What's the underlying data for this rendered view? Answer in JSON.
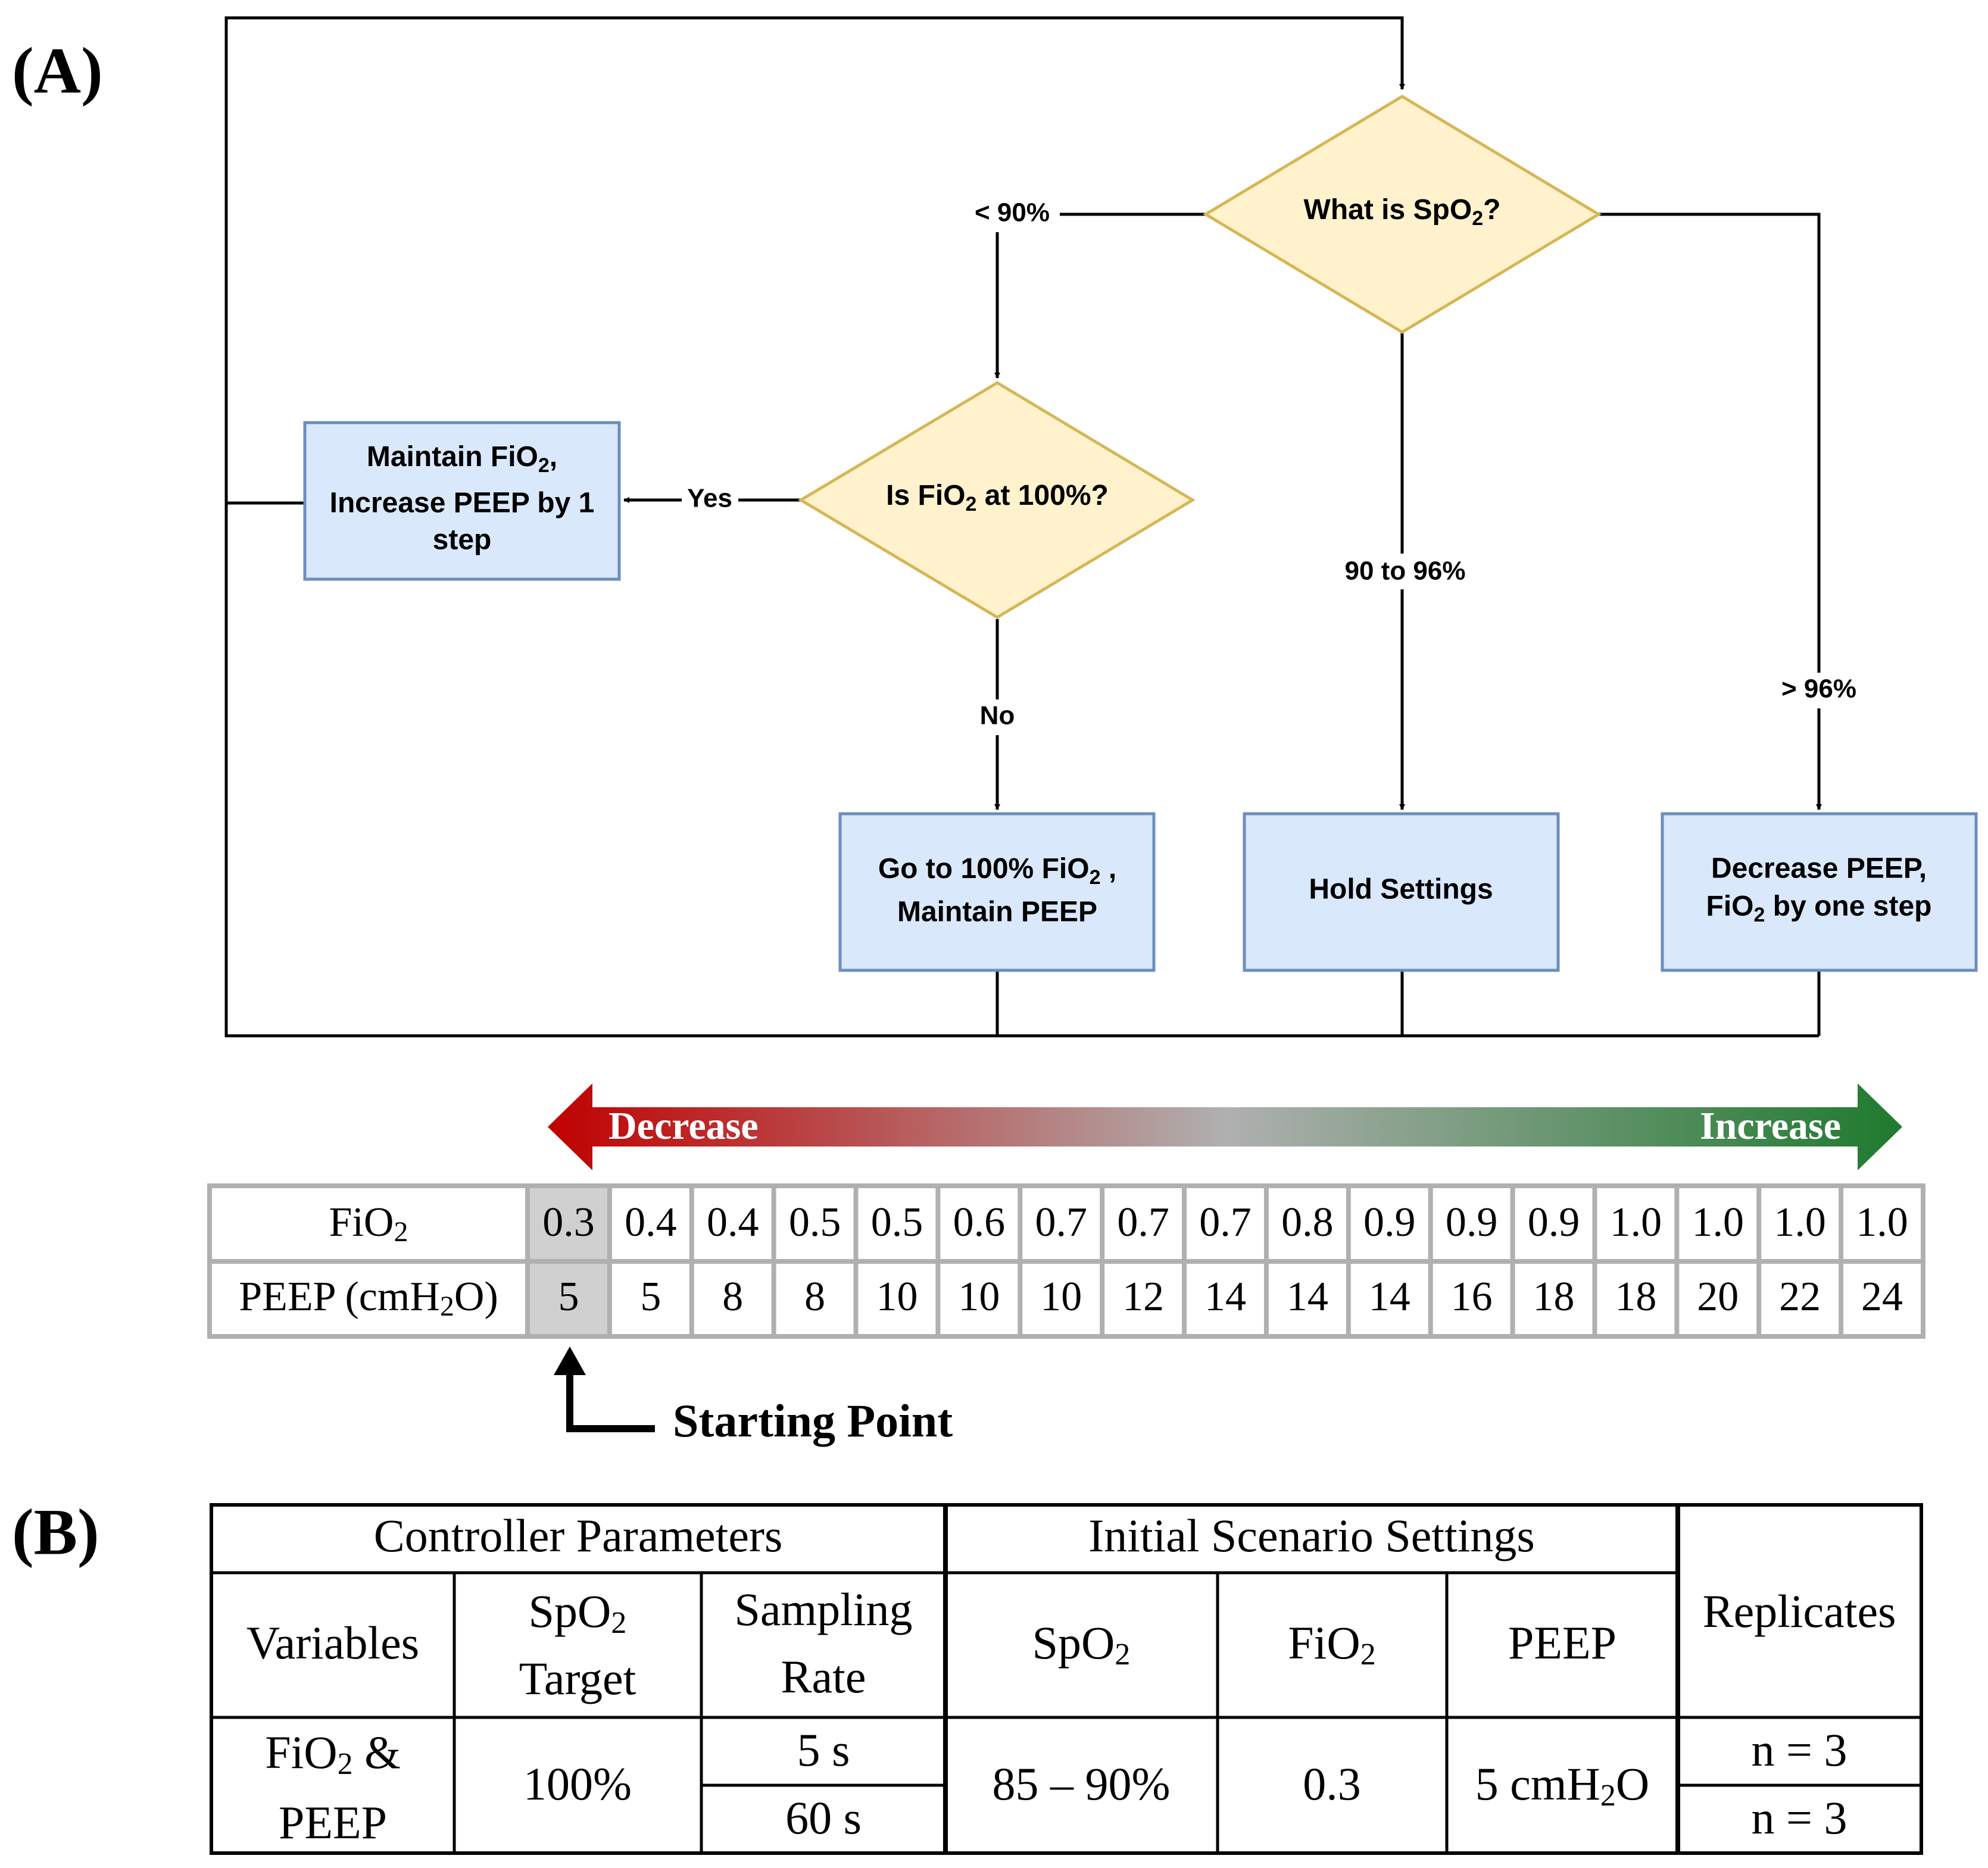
{
  "panel_a": {
    "label": "(A)",
    "decision_spo2": {
      "text": "What is SpO",
      "sub": "2",
      "tail": "?"
    },
    "decision_fio2": {
      "text": "Is FiO",
      "sub": "2",
      "tail": " at 100%?"
    },
    "box_maintain": {
      "line1": "Maintain FiO",
      "line1_sub": "2",
      "line1_tail": ",",
      "line2": "Increase PEEP by 1",
      "line3": "step"
    },
    "box_goto": {
      "line1": "Go to 100% FiO",
      "line1_sub": "2",
      "line1_tail": " ,",
      "line2": "Maintain PEEP"
    },
    "box_hold": {
      "line1": "Hold Settings"
    },
    "box_decrease": {
      "line1": "Decrease PEEP,",
      "line2": "FiO",
      "line2_sub": "2",
      "line2_tail": " by one step"
    },
    "edge_labels": {
      "lt90": "< 90%",
      "range": "90 to 96%",
      "gt96": "> 96%",
      "yes": "Yes",
      "no": "No"
    },
    "arrow": {
      "decrease": "Decrease",
      "increase": "Increase"
    },
    "colors": {
      "diamond_fill": "#fff2cc",
      "diamond_stroke": "#d6b656",
      "box_fill": "#dae8fc",
      "box_stroke": "#6c8ebf",
      "red": "#c00000",
      "green": "#2e7d32",
      "start_cell": "#d0d0d0"
    },
    "table": {
      "fio2_label": "FiO",
      "fio2_label_sub": "2",
      "peep_label": "PEEP (cmH",
      "peep_label_sub": "2",
      "peep_label_tail": "O)",
      "fio2": [
        "0.3",
        "0.4",
        "0.4",
        "0.5",
        "0.5",
        "0.6",
        "0.7",
        "0.7",
        "0.7",
        "0.8",
        "0.9",
        "0.9",
        "0.9",
        "1.0",
        "1.0",
        "1.0",
        "1.0"
      ],
      "peep": [
        "5",
        "5",
        "8",
        "8",
        "10",
        "10",
        "10",
        "12",
        "14",
        "14",
        "14",
        "16",
        "18",
        "18",
        "20",
        "22",
        "24"
      ],
      "start_index": 0
    },
    "starting_point": "Starting Point"
  },
  "panel_b": {
    "label": "(B)",
    "group_controller": "Controller Parameters",
    "group_initial": "Initial Scenario Settings",
    "replicates": "Replicates",
    "col_variables": "Variables",
    "col_spo2_target": {
      "a": "SpO",
      "sub": "2",
      "b": "Target"
    },
    "col_sampling": {
      "a": "Sampling",
      "b": "Rate"
    },
    "col_spo2": {
      "a": "SpO",
      "sub": "2"
    },
    "col_fio2": {
      "a": "FiO",
      "sub": "2"
    },
    "col_peep": "PEEP",
    "val_variables": {
      "a": "FiO",
      "sub": "2",
      "tail": " &",
      "b": "PEEP"
    },
    "val_spo2_target": "100%",
    "val_sampling": [
      "5 s",
      "60 s"
    ],
    "val_spo2": "85 – 90%",
    "val_fio2": "0.3",
    "val_peep": {
      "a": "5 cmH",
      "sub": "2",
      "tail": "O"
    },
    "val_replicates": [
      "n = 3",
      "n = 3"
    ]
  }
}
